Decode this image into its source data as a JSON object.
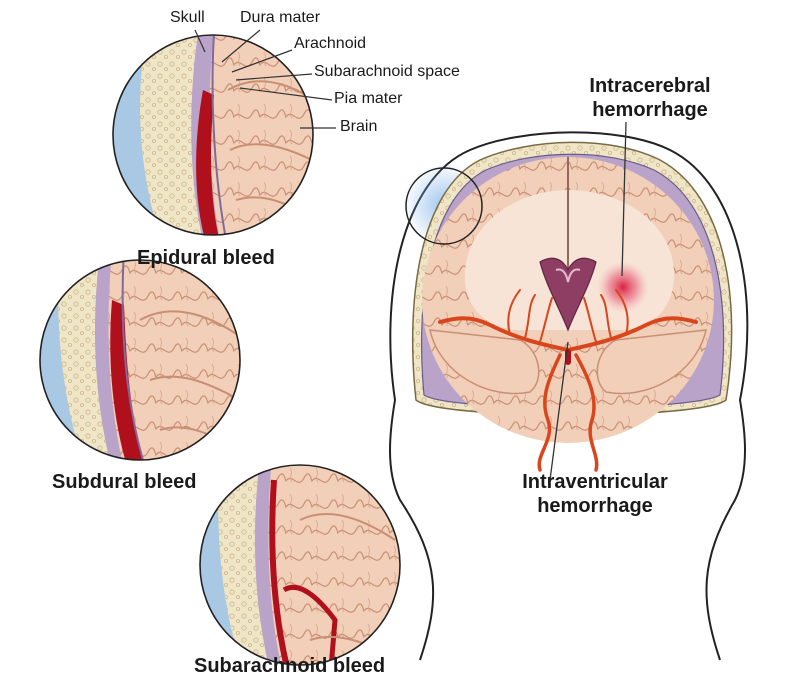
{
  "colors": {
    "skull": "#efe6c8",
    "skull_dots": "#d9c39a",
    "membrane": "#b9a3c9",
    "brain": "#f2cfb8",
    "brain_fold": "#c98f74",
    "blood": "#b0101b",
    "artery": "#d9461d",
    "ventricle": "#8f3e63",
    "outline": "#222222"
  },
  "layer_labels": {
    "skull": "Skull",
    "dura": "Dura mater",
    "arachnoid": "Arachnoid",
    "subarachnoid_space": "Subarachnoid space",
    "pia": "Pia mater",
    "brain": "Brain"
  },
  "insets": {
    "epidural": "Epidural bleed",
    "subdural": "Subdural bleed",
    "subarachnoid": "Subarachnoid bleed"
  },
  "main_labels": {
    "intracerebral_line1": "Intracerebral",
    "intracerebral_line2": "hemorrhage",
    "intraventricular_line1": "Intraventricular",
    "intraventricular_line2": "hemorrhage"
  }
}
